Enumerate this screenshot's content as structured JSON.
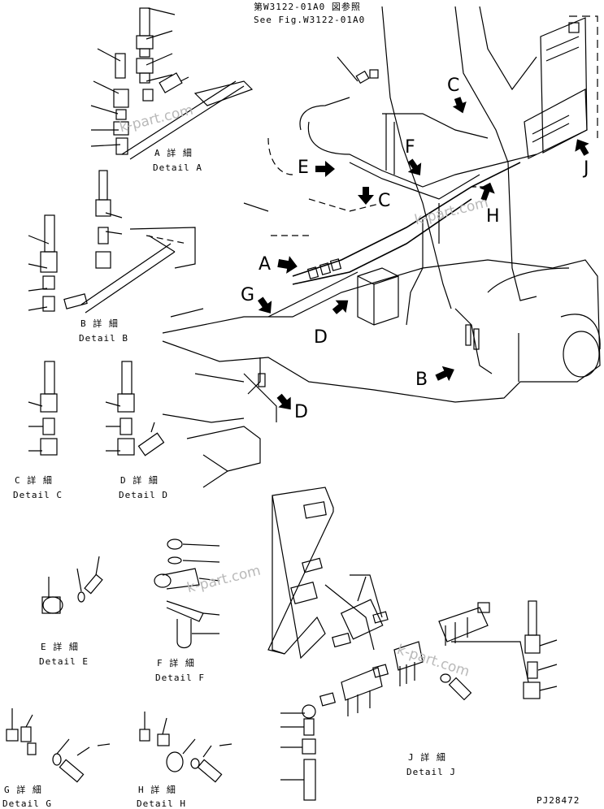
{
  "figure_ref": {
    "line1": "第W3122-01A0 図参照",
    "line2": "See Fig.W3122-01A0"
  },
  "drawing_number": "PJ28472",
  "watermark": "k-part.com",
  "callout_letters": {
    "A": "A",
    "B": "B",
    "C": "C",
    "D": "D",
    "E": "E",
    "F": "F",
    "G": "G",
    "H": "H",
    "J": "J"
  },
  "details": [
    {
      "jp": "A 詳 細",
      "en": "Detail A"
    },
    {
      "jp": "B 詳 細",
      "en": "Detail B"
    },
    {
      "jp": "C 詳 細",
      "en": "Detail C"
    },
    {
      "jp": "D 詳 細",
      "en": "Detail D"
    },
    {
      "jp": "E 詳 細",
      "en": "Detail E"
    },
    {
      "jp": "F 詳 細",
      "en": "Detail F"
    },
    {
      "jp": "G 詳 細",
      "en": "Detail G"
    },
    {
      "jp": "H 詳 細",
      "en": "Detail H"
    },
    {
      "jp": "J 詳 細",
      "en": "Detail J"
    }
  ]
}
